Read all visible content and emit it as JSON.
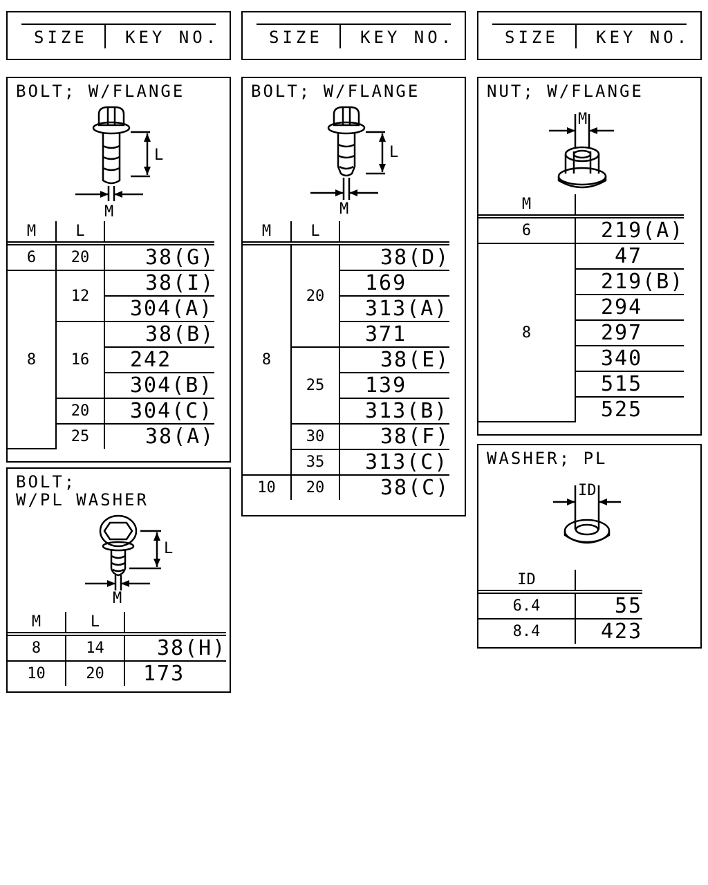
{
  "size_headers": [
    {
      "size": "SIZE",
      "key": "KEY NO."
    },
    {
      "size": "SIZE",
      "key": "KEY NO."
    },
    {
      "size": "SIZE",
      "key": "KEY NO."
    }
  ],
  "panel_bolt_flange_1": {
    "title": "BOLT; W/FLANGE",
    "dim_L": "L",
    "dim_M": "M",
    "col_m": "M",
    "col_l": "L",
    "rows": [
      {
        "m": "6",
        "l": "20",
        "key": "38(G)"
      },
      {
        "m": "8",
        "l": "12",
        "key": "38(I)"
      },
      {
        "m": "",
        "l": "",
        "key": "304(A)"
      },
      {
        "m": "",
        "l": "16",
        "key": "38(B)"
      },
      {
        "m": "",
        "l": "",
        "key": "242"
      },
      {
        "m": "",
        "l": "",
        "key": "304(B)"
      },
      {
        "m": "",
        "l": "20",
        "key": "304(C)"
      },
      {
        "m": "",
        "l": "25",
        "key": "38(A)"
      }
    ]
  },
  "panel_bolt_flange_2": {
    "title": "BOLT; W/FLANGE",
    "dim_L": "L",
    "dim_M": "M",
    "col_m": "M",
    "col_l": "L",
    "rows": [
      {
        "m": "8",
        "l": "20",
        "key": "38(D)"
      },
      {
        "m": "",
        "l": "",
        "key": "169"
      },
      {
        "m": "",
        "l": "",
        "key": "313(A)"
      },
      {
        "m": "",
        "l": "",
        "key": "371"
      },
      {
        "m": "",
        "l": "25",
        "key": "38(E)"
      },
      {
        "m": "",
        "l": "",
        "key": "139"
      },
      {
        "m": "",
        "l": "",
        "key": "313(B)"
      },
      {
        "m": "",
        "l": "30",
        "key": "38(F)"
      },
      {
        "m": "",
        "l": "35",
        "key": "313(C)"
      },
      {
        "m": "10",
        "l": "20",
        "key": "38(C)"
      }
    ]
  },
  "panel_bolt_washer": {
    "title_line1": "BOLT;",
    "title_line2": "W/PL WASHER",
    "dim_L": "L",
    "dim_M": "M",
    "col_m": "M",
    "col_l": "L",
    "rows": [
      {
        "m": "8",
        "l": "14",
        "key": "38(H)"
      },
      {
        "m": "10",
        "l": "20",
        "key": "173"
      }
    ]
  },
  "panel_nut_flange": {
    "title": "NUT; W/FLANGE",
    "dim_M": "M",
    "col_m": "M",
    "rows": [
      {
        "m": "6",
        "key": "219(A)"
      },
      {
        "m": "8",
        "key": "47"
      },
      {
        "m": "",
        "key": "219(B)"
      },
      {
        "m": "",
        "key": "294"
      },
      {
        "m": "",
        "key": "297"
      },
      {
        "m": "",
        "key": "340"
      },
      {
        "m": "",
        "key": "515"
      },
      {
        "m": "",
        "key": "525"
      }
    ]
  },
  "panel_washer_pl": {
    "title": "WASHER; PL",
    "dim_ID": "ID",
    "col_id": "ID",
    "rows": [
      {
        "id": "6.4",
        "key": "55"
      },
      {
        "id": "8.4",
        "key": "423"
      }
    ]
  }
}
